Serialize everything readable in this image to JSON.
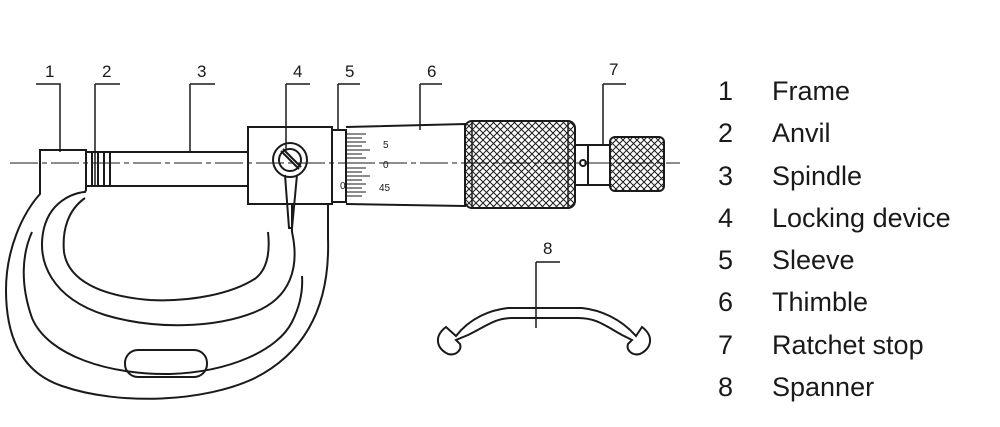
{
  "callouts": [
    "1",
    "2",
    "3",
    "4",
    "5",
    "6",
    "7",
    "8"
  ],
  "sleeve_scale": {
    "upper": "5",
    "middle": "0",
    "lower": "45",
    "zero": "0"
  },
  "legend": [
    {
      "number": "1",
      "label": "Frame"
    },
    {
      "number": "2",
      "label": "Anvil"
    },
    {
      "number": "3",
      "label": "Spindle"
    },
    {
      "number": "4",
      "label": "Locking device"
    },
    {
      "number": "5",
      "label": "Sleeve"
    },
    {
      "number": "6",
      "label": "Thimble"
    },
    {
      "number": "7",
      "label": "Ratchet stop"
    },
    {
      "number": "8",
      "label": "Spanner"
    }
  ]
}
